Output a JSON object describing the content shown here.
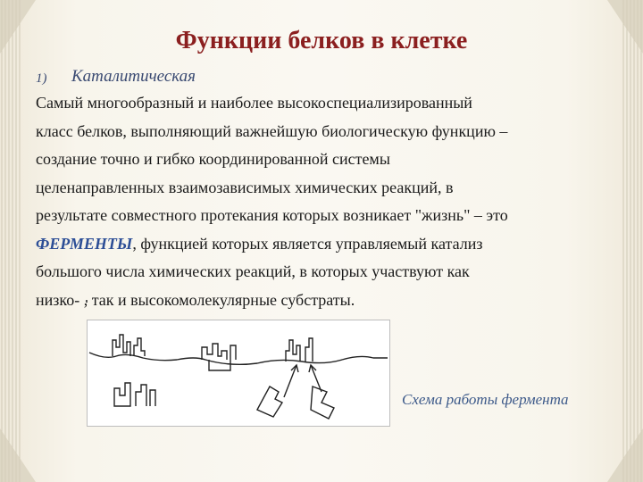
{
  "title": "Функции белков  в клетке",
  "subheading": {
    "number": "1)",
    "text": "Каталитическая"
  },
  "paragraph": {
    "line1": "Самый многообразный и наиболее высокоспециализированный",
    "line2": "класс белков, выполняющий важнейшую биологическую функцию –",
    "line3": "создание  точно и гибко координированной системы",
    "line4": "целенаправленных взаимозависимых химических реакций, в",
    "line5": "результате совместного протекания которых возникает \"жизнь\" – это",
    "enzymes_word": "ФЕРМЕНТЫ",
    "line6_rest": ", функцией которых является управляемый катализ",
    "line7": "большого числа химических реакций, в которых участвуют как",
    "line8": "низко- , так и высокомолекулярные субстраты."
  },
  "figure": {
    "caption": "Схема работы фермента"
  },
  "colors": {
    "title": "#8b1f1f",
    "subheading": "#3a4a72",
    "enzymes": "#2c4e96",
    "caption": "#3d5a8a",
    "background": "#f6f2e7"
  }
}
